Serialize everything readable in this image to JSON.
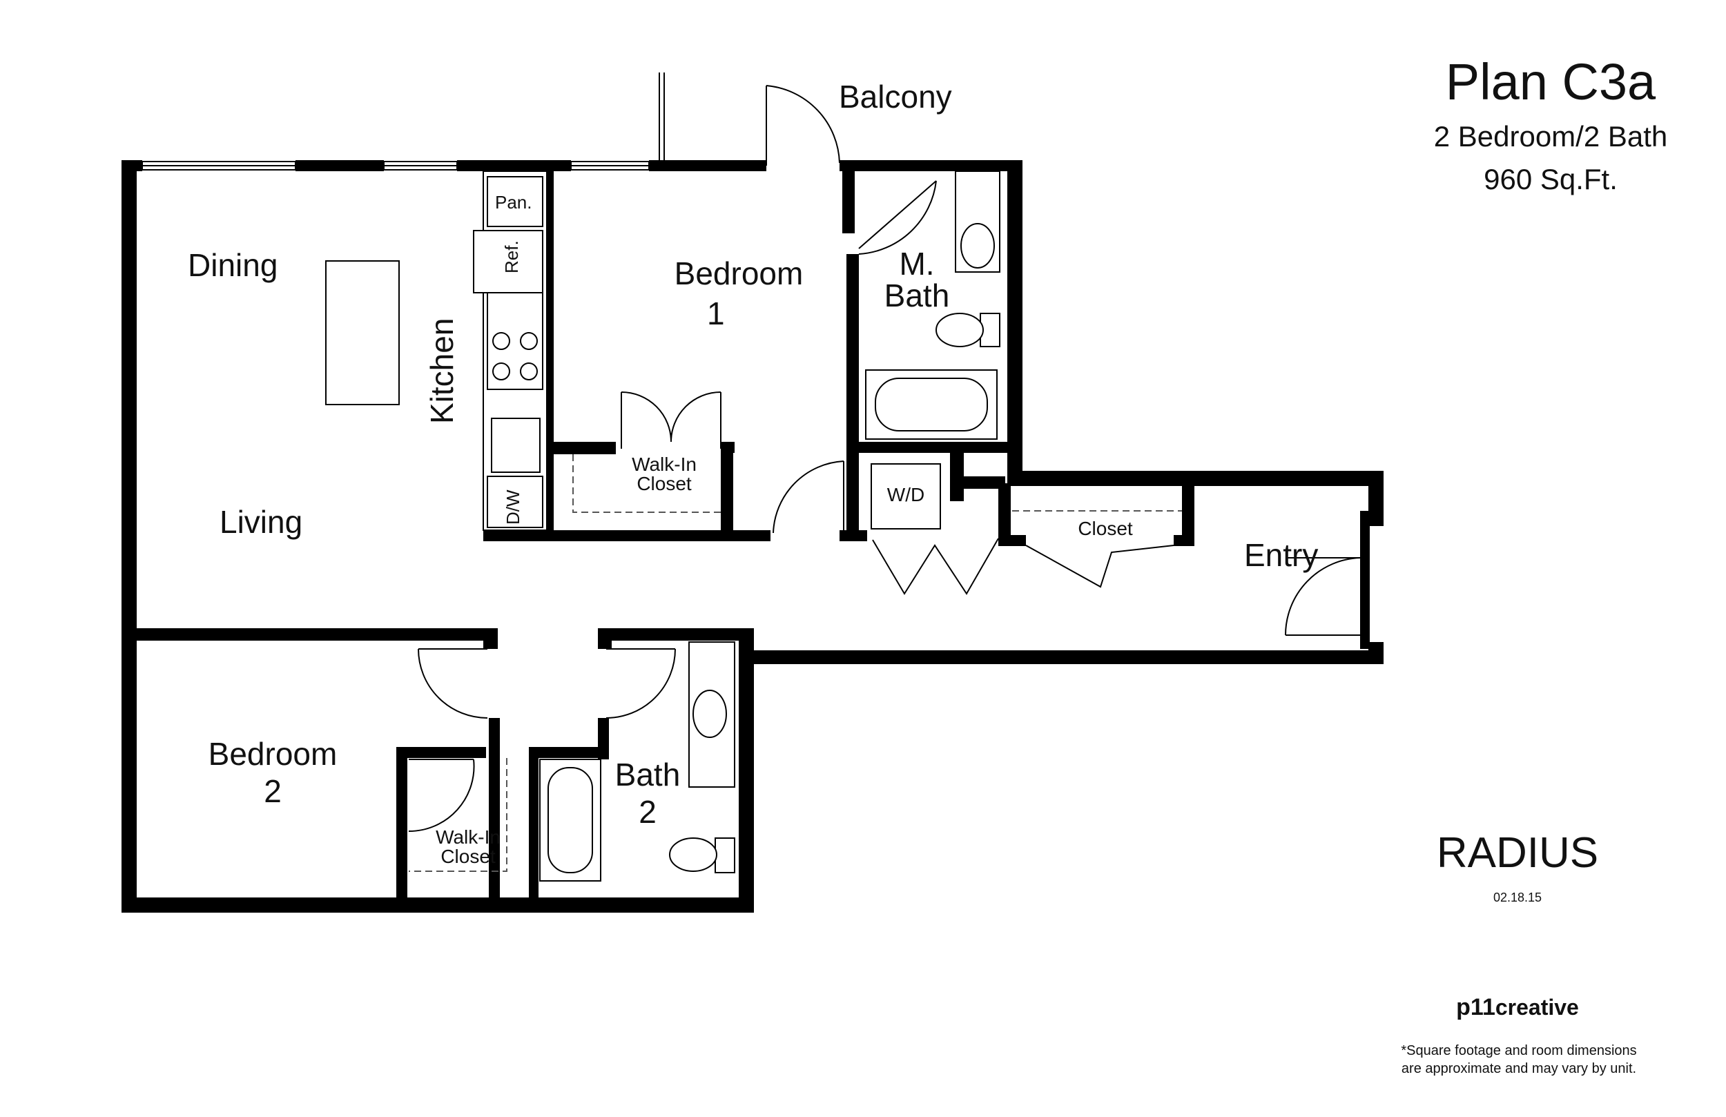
{
  "header": {
    "plan_name": "Plan C3a",
    "unit_type": "2 Bedroom/2 Bath",
    "area": "960 Sq.Ft."
  },
  "rooms": {
    "balcony": "Balcony",
    "dining": "Dining",
    "living": "Living",
    "kitchen": "Kitchen",
    "pantry": "Pan.",
    "refrigerator": "Ref.",
    "dishwasher": "D/W",
    "bedroom1_line1": "Bedroom",
    "bedroom1_line2": "1",
    "walkin1_line1": "Walk-In",
    "walkin1_line2": "Closet",
    "master_bath_line1": "M.",
    "master_bath_line2": "Bath",
    "washer_dryer": "W/D",
    "closet": "Closet",
    "entry": "Entry",
    "bedroom2_line1": "Bedroom",
    "bedroom2_line2": "2",
    "walkin2_line1": "Walk-In",
    "walkin2_line2": "Closet",
    "bath2_line1": "Bath",
    "bath2_line2": "2"
  },
  "branding": {
    "project": "RADIUS",
    "date": "02.18.15",
    "studio_bold": "p11",
    "studio_rest": "creative"
  },
  "disclaimer": {
    "line1": "*Square footage and room dimensions",
    "line2": "are approximate and may vary by unit."
  }
}
